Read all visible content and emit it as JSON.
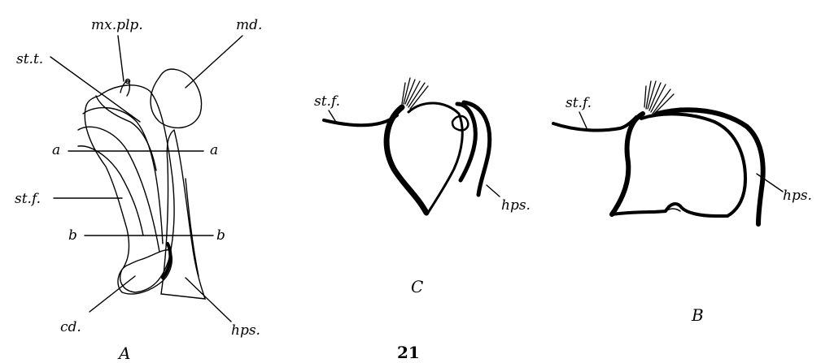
{
  "figure_number": "21",
  "panels": {
    "A": {
      "caption": "A",
      "labels": {
        "mx_plp": "mx.plp.",
        "md": "md.",
        "st_t": "st.t.",
        "a_left": "a",
        "a_right": "a",
        "st_f": "st.f.",
        "b_left": "b",
        "b_right": "b",
        "cd": "cd.",
        "hps": "hps."
      }
    },
    "C": {
      "caption": "C",
      "labels": {
        "st_f": "st.f.",
        "hps": "hps."
      }
    },
    "B": {
      "caption": "B",
      "labels": {
        "st_f": "st.f.",
        "hps": "hps."
      }
    }
  }
}
